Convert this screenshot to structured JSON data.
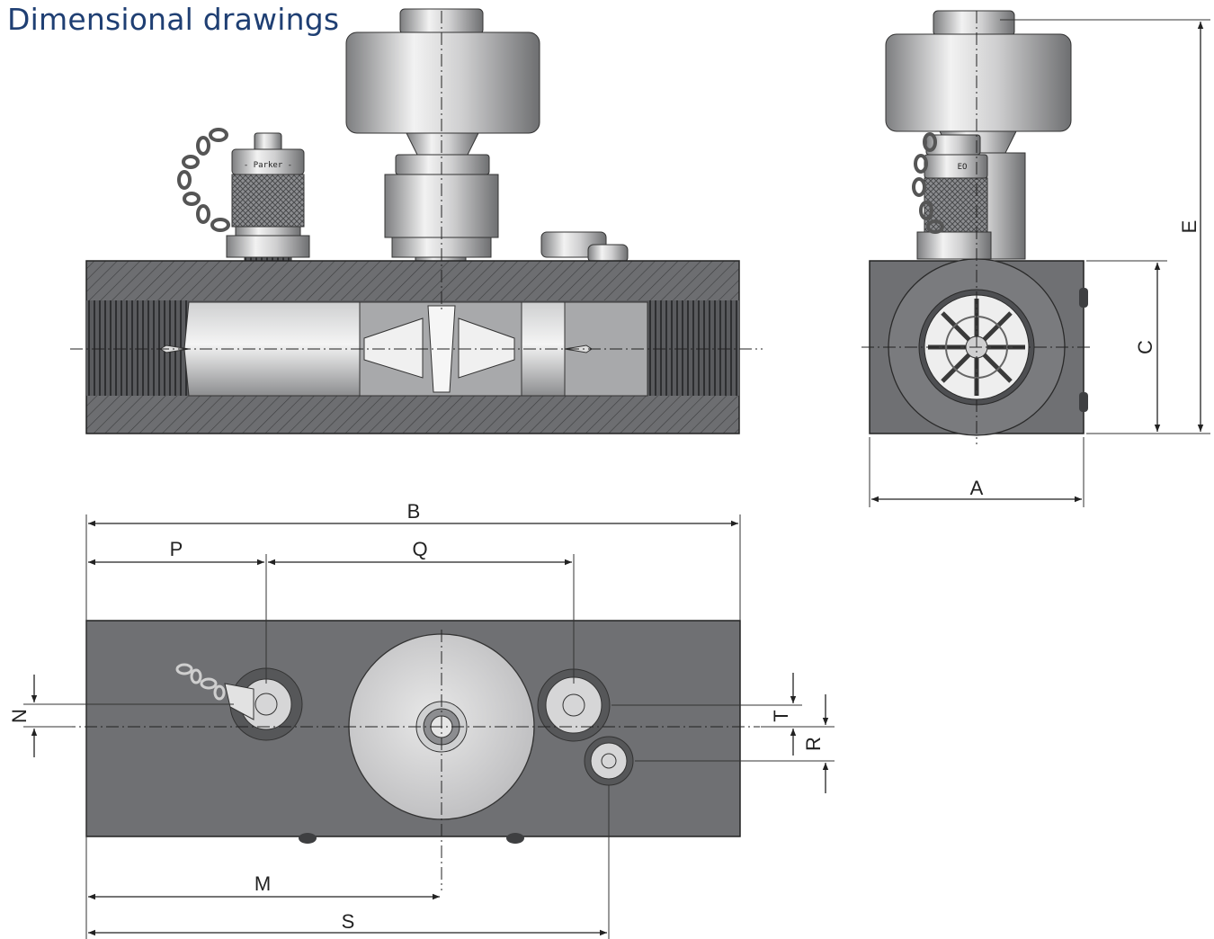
{
  "title": "Dimensional drawings",
  "views": {
    "side_section": {
      "coupling_label": "- Parker -"
    },
    "end_view": {
      "coupling_label": "EO"
    },
    "top_view": {}
  },
  "dimensions": {
    "A": "A",
    "B": "B",
    "C": "C",
    "E": "E",
    "M": "M",
    "N": "N",
    "P": "P",
    "Q": "Q",
    "R": "R",
    "S": "S",
    "T": "T"
  },
  "colors": {
    "title": "#1f3f73",
    "body": "#6f7073",
    "body_dark": "#4e4f52",
    "metal_light": "#e6e6e6",
    "metal_mid": "#a9a9ab",
    "line": "#222222"
  }
}
